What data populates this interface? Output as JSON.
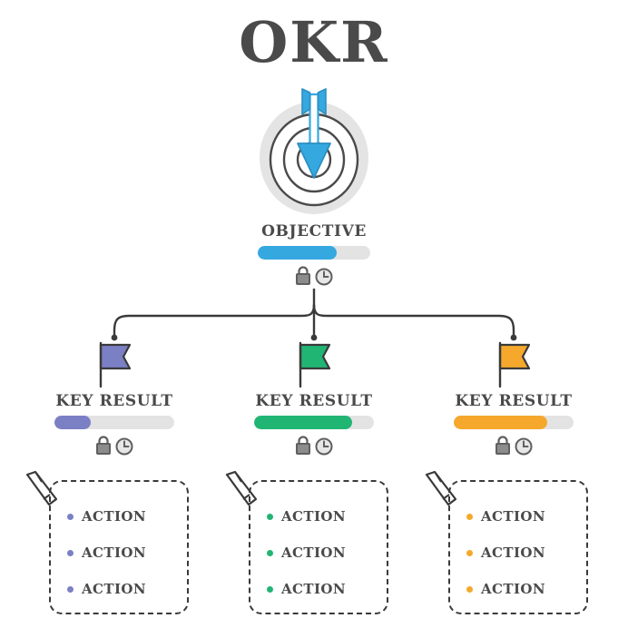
{
  "title": "OKR",
  "colors": {
    "text": "#4a4a4a",
    "track": "#e3e3e3",
    "outline": "#3a3a3a",
    "halo": "#e3e3e3",
    "objective": "#35a8e0",
    "kr1": "#7b7fc4",
    "kr2": "#21b573",
    "kr3": "#f5a82b"
  },
  "objective": {
    "icon": "target-icon",
    "arrow_icon": "arrow-down-icon",
    "label": "OBJECTIVE",
    "progress": 70,
    "progress_color": "#35a8e0",
    "meta_icons": [
      "lock-icon",
      "clock-icon"
    ]
  },
  "connector": {
    "icon": "branch-connector",
    "endpoints": 3
  },
  "key_results": [
    {
      "flag_icon": "flag-icon",
      "label": "KEY RESULT",
      "progress": 30,
      "color": "#7b7fc4",
      "meta_icons": [
        "lock-icon",
        "clock-icon"
      ],
      "pencil_icon": "pencil-icon",
      "actions": [
        "ACTION",
        "ACTION",
        "ACTION"
      ]
    },
    {
      "flag_icon": "flag-icon",
      "label": "KEY RESULT",
      "progress": 82,
      "color": "#21b573",
      "meta_icons": [
        "lock-icon",
        "clock-icon"
      ],
      "pencil_icon": "pencil-icon",
      "actions": [
        "ACTION",
        "ACTION",
        "ACTION"
      ]
    },
    {
      "flag_icon": "flag-icon",
      "label": "KEY RESULT",
      "progress": 78,
      "color": "#f5a82b",
      "meta_icons": [
        "lock-icon",
        "clock-icon"
      ],
      "pencil_icon": "pencil-icon",
      "actions": [
        "ACTION",
        "ACTION",
        "ACTION"
      ]
    }
  ]
}
